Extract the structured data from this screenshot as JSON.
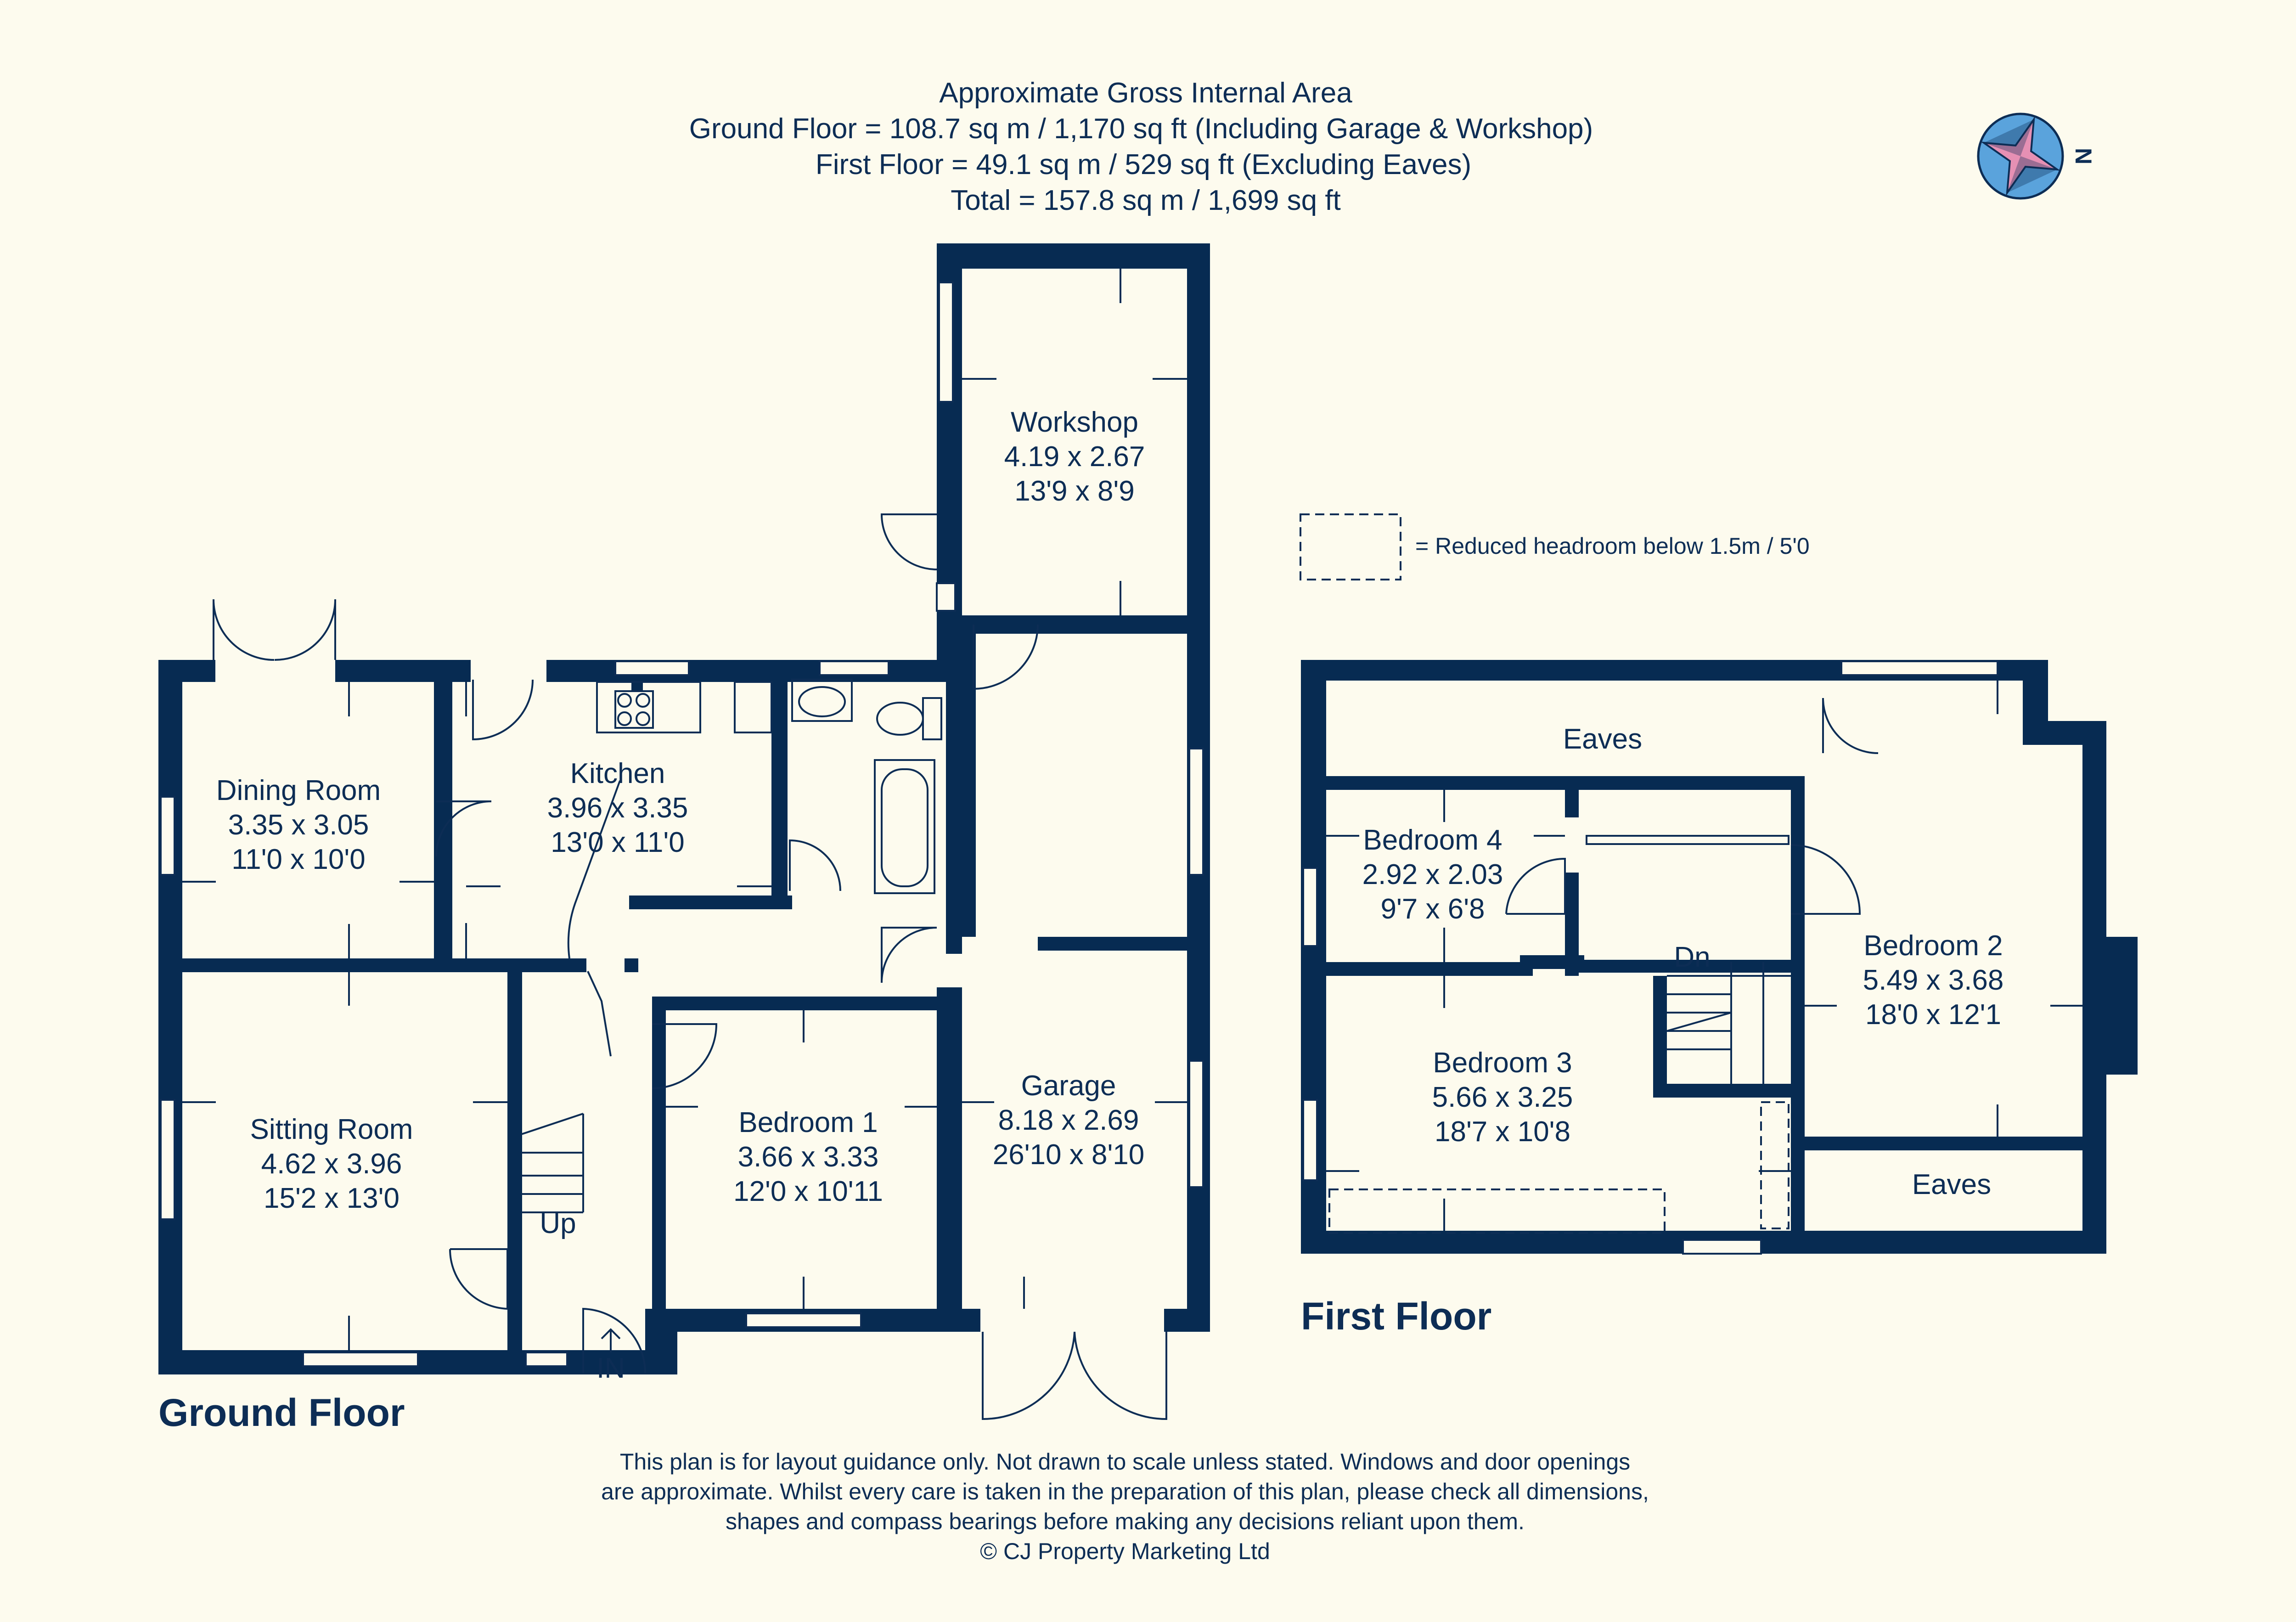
{
  "header": {
    "line1": "Approximate Gross Internal Area",
    "line2": "Ground Floor = 108.7 sq m / 1,170 sq ft (Including Garage & Workshop)",
    "line3": "First Floor = 49.1 sq m / 529 sq ft (Excluding Eaves)",
    "line4": "Total = 157.8 sq m / 1,699 sq ft"
  },
  "compass": {
    "label": "N",
    "colors": {
      "disc": "#5aa3dc",
      "star": "#e690b4"
    }
  },
  "legend": {
    "text": "= Reduced headroom below 1.5m / 5'0"
  },
  "ground_floor": {
    "title": "Ground Floor",
    "rooms": {
      "workshop": {
        "name": "Workshop",
        "metric": "4.19 x 2.67",
        "imperial": "13'9 x 8'9"
      },
      "dining": {
        "name": "Dining Room",
        "metric": "3.35 x 3.05",
        "imperial": "11'0 x 10'0"
      },
      "kitchen": {
        "name": "Kitchen",
        "metric": "3.96 x 3.35",
        "imperial": "13'0 x 11'0"
      },
      "sitting": {
        "name": "Sitting Room",
        "metric": "4.62 x 3.96",
        "imperial": "15'2 x 13'0"
      },
      "bedroom1": {
        "name": "Bedroom 1",
        "metric": "3.66 x 3.33",
        "imperial": "12'0 x 10'11"
      },
      "garage": {
        "name": "Garage",
        "metric": "8.18 x 2.69",
        "imperial": "26'10 x 8'10"
      }
    },
    "labels": {
      "up": "Up",
      "in": "IN"
    }
  },
  "first_floor": {
    "title": "First Floor",
    "rooms": {
      "eaves_top": {
        "name": "Eaves"
      },
      "bedroom4": {
        "name": "Bedroom 4",
        "metric": "2.92 x 2.03",
        "imperial": "9'7 x 6'8"
      },
      "bedroom2": {
        "name": "Bedroom 2",
        "metric": "5.49 x 3.68",
        "imperial": "18'0 x 12'1"
      },
      "bedroom3": {
        "name": "Bedroom 3",
        "metric": "5.66 x 3.25",
        "imperial": "18'7 x 10'8"
      },
      "eaves_bottom": {
        "name": "Eaves"
      }
    },
    "labels": {
      "dn": "Dn"
    }
  },
  "disclaimer": {
    "line1": "This plan is for layout guidance only. Not drawn to scale unless stated. Windows and door openings",
    "line2": "are approximate. Whilst every care is taken in the preparation of this plan, please check all dimensions,",
    "line3": "shapes and compass bearings before making any decisions reliant upon them.",
    "line4": "© CJ Property Marketing Ltd"
  },
  "colors": {
    "wall": "#072b52",
    "text": "#0d2d55",
    "background": "#fdfbee"
  }
}
